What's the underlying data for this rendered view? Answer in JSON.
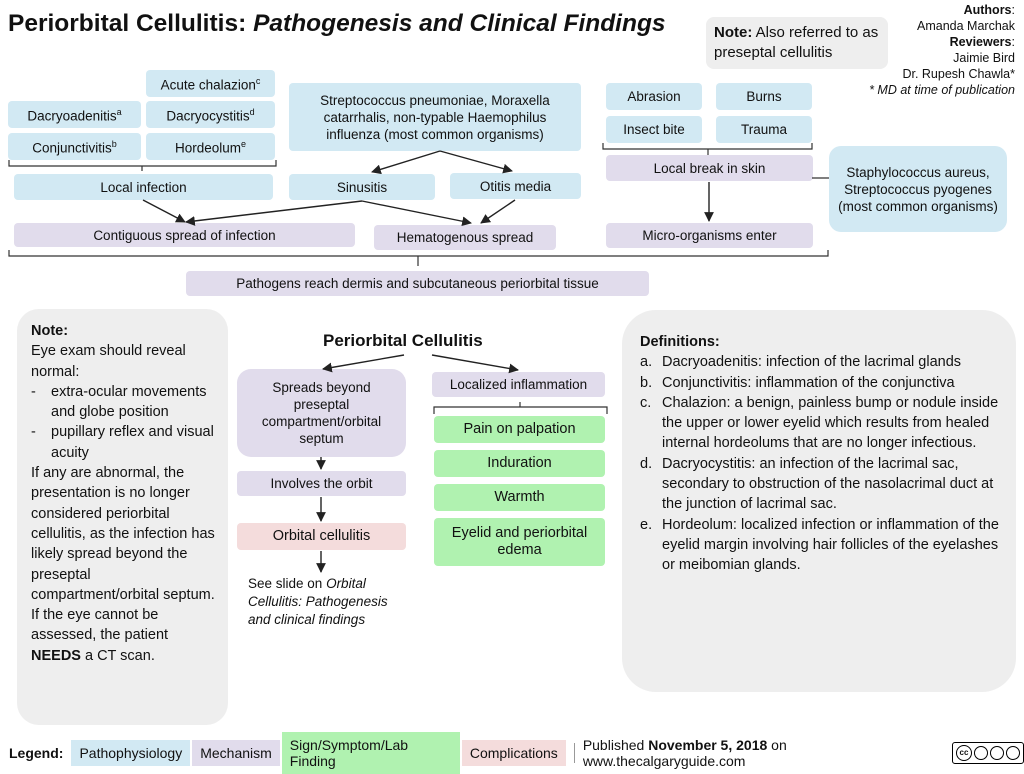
{
  "header": {
    "title_main": "Periorbital Cellulitis:",
    "title_sub": "Pathogenesis and Clinical Findings",
    "note_label": "Note:",
    "note_text": "Also referred to as preseptal cellulitis",
    "authors_label": "Authors",
    "authors_name": "Amanda Marchak",
    "reviewers_label": "Reviewers",
    "reviewer_1": "Jaimie Bird",
    "reviewer_2": "Dr. Rupesh Chawla*",
    "publication_note": "* MD at time of publication"
  },
  "top": {
    "dacryoadenitis": {
      "text": "Dacryoadenitis",
      "sup": "a"
    },
    "conjunctivitis": {
      "text": "Conjunctivitis",
      "sup": "b"
    },
    "chalazion": {
      "text": "Acute chalazion",
      "sup": "c"
    },
    "dacryocystitis": {
      "text": "Dacryocystitis",
      "sup": "d"
    },
    "hordeolum": {
      "text": "Hordeolum",
      "sup": "e"
    },
    "local_infection": "Local infection",
    "organisms": "Streptococcus pneumoniae, Moraxella catarrhalis, non-typable Haemophilus influenza (most common organisms)",
    "sinusitis": "Sinusitis",
    "otitis": "Otitis media",
    "abrasion": "Abrasion",
    "burns": "Burns",
    "insect_bite": "Insect bite",
    "trauma": "Trauma",
    "local_break": "Local break in skin",
    "staph": "Staphylococcus aureus, Streptococcus pyogenes (most common organisms)",
    "contiguous": "Contiguous spread of infection",
    "hematogenous": "Hematogenous spread",
    "micro": "Micro-organisms enter",
    "pathogens": "Pathogens reach dermis and subcutaneous periorbital tissue"
  },
  "center": {
    "heading": "Periorbital Cellulitis",
    "spreads": "Spreads beyond preseptal compartment/orbital septum",
    "involves": "Involves the orbit",
    "orbital": "Orbital cellulitis",
    "see_slide_prefix": "See slide on ",
    "see_slide_italic": "Orbital Cellulitis: Pathogenesis and clinical findings",
    "localized": "Localized inflammation",
    "pain": "Pain on palpation",
    "induration": "Induration",
    "warmth": "Warmth",
    "edema": "Eyelid and periorbital edema"
  },
  "left_note": {
    "heading": "Note:",
    "line1": "Eye exam should reveal normal:",
    "bullet1": "extra-ocular movements and globe position",
    "bullet2": "pupillary reflex and visual acuity",
    "para2": "If any are abnormal, the presentation is no longer considered periorbital cellulitis, as the infection has likely spread beyond the preseptal compartment/orbital septum.",
    "para3_prefix": "If the eye cannot be assessed, the patient ",
    "para3_bold": "NEEDS",
    "para3_suffix": " a CT scan."
  },
  "definitions": {
    "heading": "Definitions:",
    "items": [
      {
        "label": "a.",
        "text": "Dacryoadenitis: infection of the lacrimal glands"
      },
      {
        "label": "b.",
        "text": "Conjunctivitis: inflammation of the conjunctiva"
      },
      {
        "label": "c.",
        "text": "Chalazion: a benign, painless bump or nodule inside the upper or lower eyelid which results from healed internal hordeolums that are no longer infectious."
      },
      {
        "label": "d.",
        "text": "Dacryocystitis: an infection of the lacrimal sac, secondary to obstruction of the nasolacrimal duct at the junction of lacrimal sac."
      },
      {
        "label": "e.",
        "text": "Hordeolum: localized infection or inflammation of the eyelid margin involving hair follicles of the eyelashes or meibomian glands."
      }
    ]
  },
  "legend": {
    "label": "Legend:",
    "pathophysiology": "Pathophysiology",
    "mechanism": "Mechanism",
    "sign": "Sign/Symptom/Lab Finding",
    "complications": "Complications",
    "published_prefix": "Published ",
    "published_date": "November 5, 2018",
    "published_suffix": " on www.thecalgaryguide.com",
    "license_icon": "cc-by-nc-sa-icon"
  },
  "colors": {
    "pathophysiology": "#d2e9f3",
    "mechanism": "#e1dcec",
    "sign": "#b0f2b0",
    "complications": "#f4dcdc"
  }
}
